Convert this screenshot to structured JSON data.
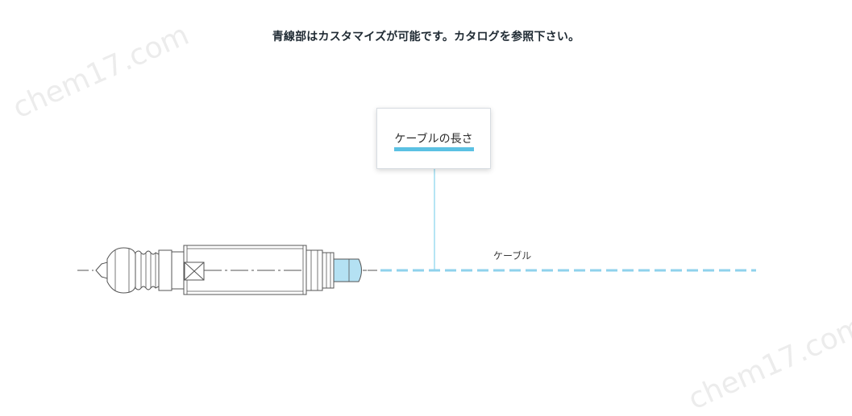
{
  "header": {
    "text": "青線部はカスタマイズが可能です。カタログを参照下さい。"
  },
  "watermark": {
    "text": "chem17.com"
  },
  "callout": {
    "label": "ケーブルの長さ"
  },
  "cable": {
    "label": "ケーブル"
  },
  "colors": {
    "accent": "#5bc1e3",
    "line": "#555555"
  }
}
